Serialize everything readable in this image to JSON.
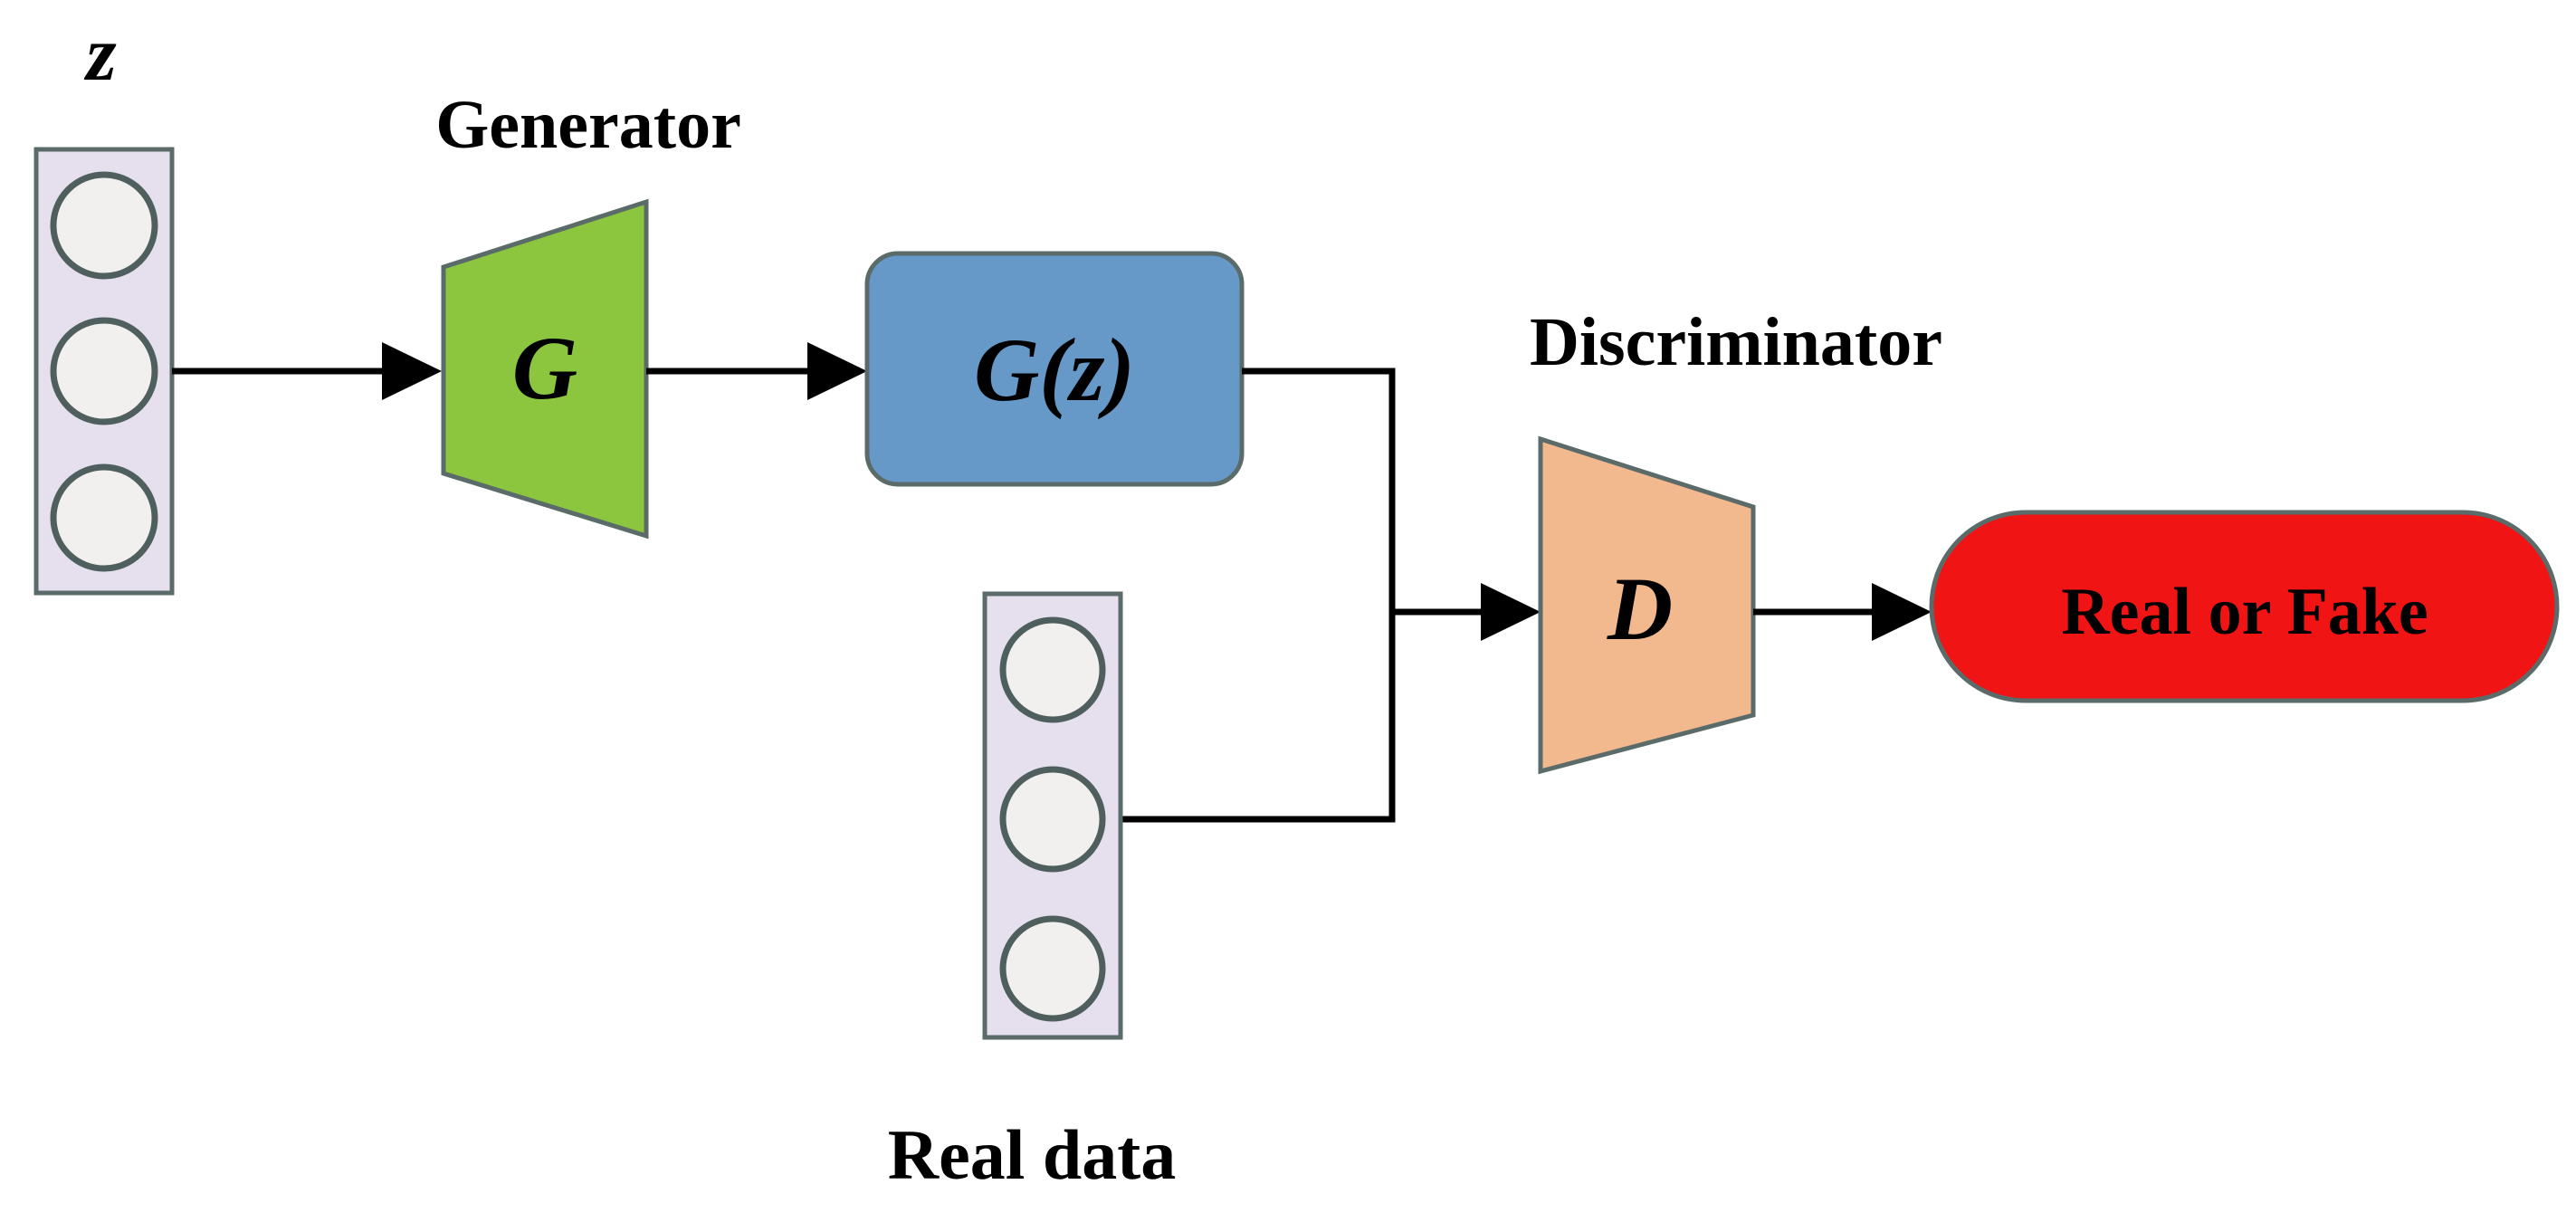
{
  "diagram": {
    "z_label": "z",
    "generator_title": "Generator",
    "generator_symbol": "G",
    "generated_output": "G(z)",
    "discriminator_title": "Discriminator",
    "discriminator_symbol": "D",
    "output_label": "Real or Fake",
    "real_data_label": "Real data"
  },
  "colors": {
    "vector_fill": "#e6e0ee",
    "vector_stroke": "#5b6b6a",
    "node_fill": "#f1f0ee",
    "node_stroke": "#4f5f5e",
    "generator_fill": "#8cc63f",
    "generated_fill": "#6799c8",
    "discriminator_fill": "#f2b98e",
    "output_fill": "#f01414",
    "arrow": "#000000"
  }
}
